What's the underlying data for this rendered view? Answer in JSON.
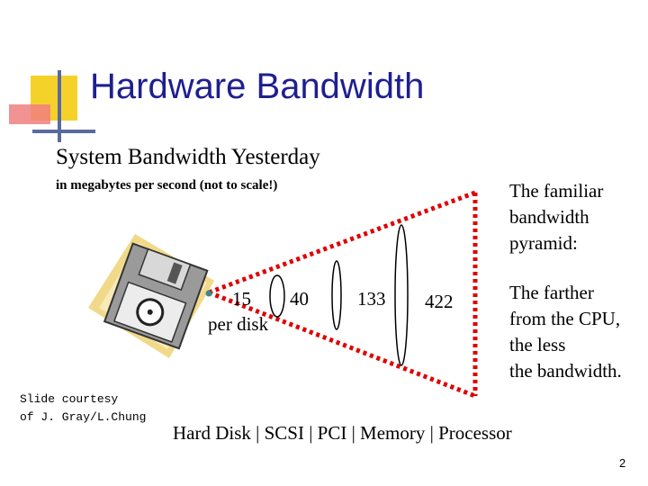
{
  "slide": {
    "title": "Hardware Bandwidth",
    "subtitle": "System Bandwidth Yesterday",
    "caption": "in megabytes per second (not to scale!)",
    "values": {
      "disk": "15",
      "scsi": "40",
      "pci": "133",
      "memory": "422",
      "disk_unit": "per disk"
    },
    "note_pyramid": [
      "The familiar",
      "bandwidth",
      "pyramid:"
    ],
    "note_farther": [
      "The farther",
      "from the CPU,",
      "the less",
      "the bandwidth."
    ],
    "credit": [
      "Slide courtesy",
      "of J. Gray/L.Chung"
    ],
    "hierarchy": "Hard Disk | SCSI  |  PCI | Memory | Processor",
    "page_number": "2"
  },
  "colors": {
    "title": "#1f1f8f",
    "pyramid_outline": "#e00000",
    "accent_yellow": "#f5d22a",
    "accent_red": "#f08080",
    "accent_blue": "#5a6aa0"
  },
  "icons": [
    "floppy-disk-clipart-icon",
    "title-accent-squares-icon"
  ]
}
